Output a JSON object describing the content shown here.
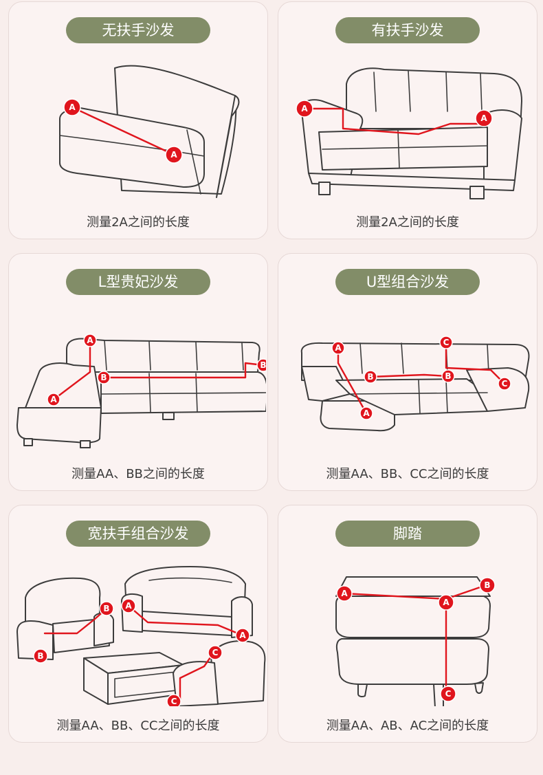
{
  "cards": [
    {
      "title": "无扶手沙发",
      "caption": "测量2A之间的长度",
      "markers": [
        "A",
        "A"
      ]
    },
    {
      "title": "有扶手沙发",
      "caption": "测量2A之间的长度",
      "markers": [
        "A",
        "A"
      ]
    },
    {
      "title": "L型贵妃沙发",
      "caption": "测量AA、BB之间的长度",
      "markers": [
        "A",
        "A",
        "B",
        "B"
      ]
    },
    {
      "title": "U型组合沙发",
      "caption": "测量AA、BB、CC之间的长度",
      "markers": [
        "A",
        "A",
        "B",
        "B",
        "C",
        "C"
      ]
    },
    {
      "title": "宽扶手组合沙发",
      "caption": "测量AA、BB、CC之间的长度",
      "markers": [
        "A",
        "A",
        "B",
        "B",
        "C",
        "C"
      ]
    },
    {
      "title": "脚踏",
      "caption": "测量AA、AB、AC之间的长度",
      "markers": [
        "A",
        "A",
        "B",
        "C"
      ]
    }
  ],
  "colors": {
    "page_background": "#f8eeec",
    "card_background": "#fbf3f2",
    "title_pill": "#828d68",
    "measure_line": "#e0151d",
    "outline": "#3c3c3c"
  }
}
